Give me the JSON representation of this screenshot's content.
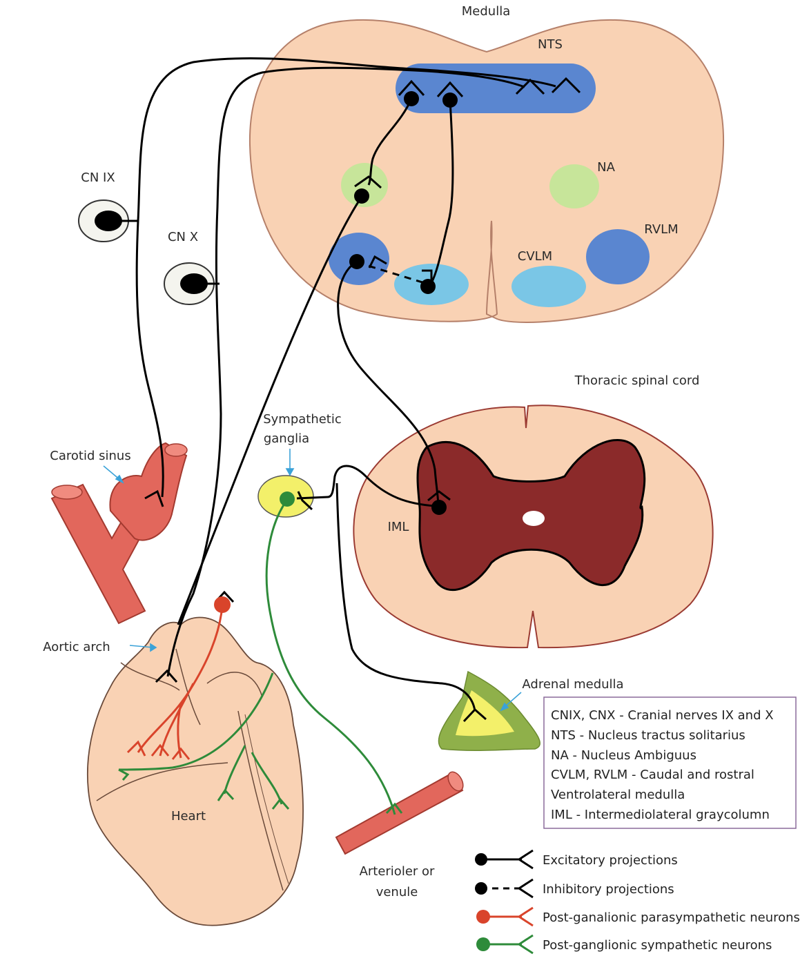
{
  "labels": {
    "medulla": "Medulla",
    "nts": "NTS",
    "na": "NA",
    "rvlm": "RVLM",
    "cvlm": "CVLM",
    "cn_ix": "CN IX",
    "cn_x": "CN X",
    "thoracic": "Thoracic spinal cord",
    "symp_ganglia_1": "Sympathetic",
    "symp_ganglia_2": "ganglia",
    "carotid_sinus": "Carotid sinus",
    "aortic_arch": "Aortic arch",
    "iml": "IML",
    "heart": "Heart",
    "adrenal_medulla": "Adrenal medulla",
    "arteriole_1": "Arterioler or",
    "arteriole_2": "venule"
  },
  "abbreviations": [
    "CNIX, CNX - Cranial nerves IX and X",
    "NTS - Nucleus tractus solitarius",
    "NA - Nucleus Ambiguus",
    "CVLM, RVLM - Caudal and rostral",
    "Ventrolateral medulla",
    "IML - Intermediolateral graycolumn"
  ],
  "legend": [
    {
      "label": "Excitatory projections",
      "color": "#000000",
      "style": "solid"
    },
    {
      "label": "Inhibitory projections",
      "color": "#000000",
      "style": "dashed"
    },
    {
      "label": "Post-ganalionic parasympathetic neurons",
      "color": "#d9442b",
      "style": "solid"
    },
    {
      "label": "Post-ganglionic sympathetic neurons",
      "color": "#2e8b3a",
      "style": "solid"
    }
  ],
  "colors": {
    "tissue": "#f9d2b4",
    "gray_matter": "#8b2a2a",
    "nts_blue": "#5a86d0",
    "na_green": "#c7e59a",
    "cvlm_light_blue": "#7ac6e6",
    "vessel": "#e2675c",
    "ganglion_yellow": "#f3f06a",
    "adrenal_outer": "#8fb04a"
  }
}
